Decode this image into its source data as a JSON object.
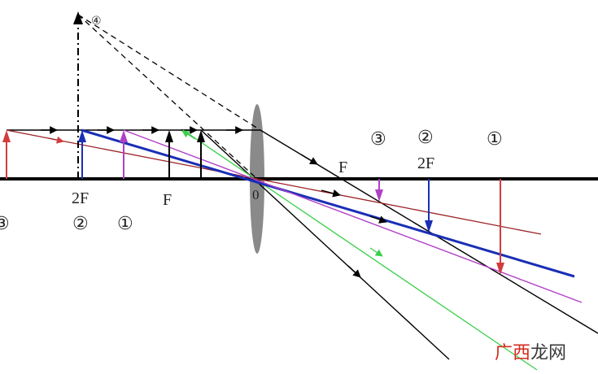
{
  "labels": {
    "two_f_left": "2F",
    "f_left": "F",
    "origin": "0",
    "f_right": "F",
    "two_f_right": "2F"
  },
  "markers": {
    "m1": "①",
    "m2": "②",
    "m3": "③",
    "m4": "④"
  },
  "watermark": {
    "part1": "广西",
    "part2": "龙网"
  },
  "colors": {
    "axis": "#000000",
    "lens": "#8a8a8a",
    "case1": "#d23c3c",
    "case2": "#1a2fb5",
    "case3": "#b040c8",
    "case4": "#3ad04a",
    "dark_red_ray": "#9b2226",
    "watermark_accent": "#d52b1e",
    "watermark_text": "#3a3a3a"
  }
}
